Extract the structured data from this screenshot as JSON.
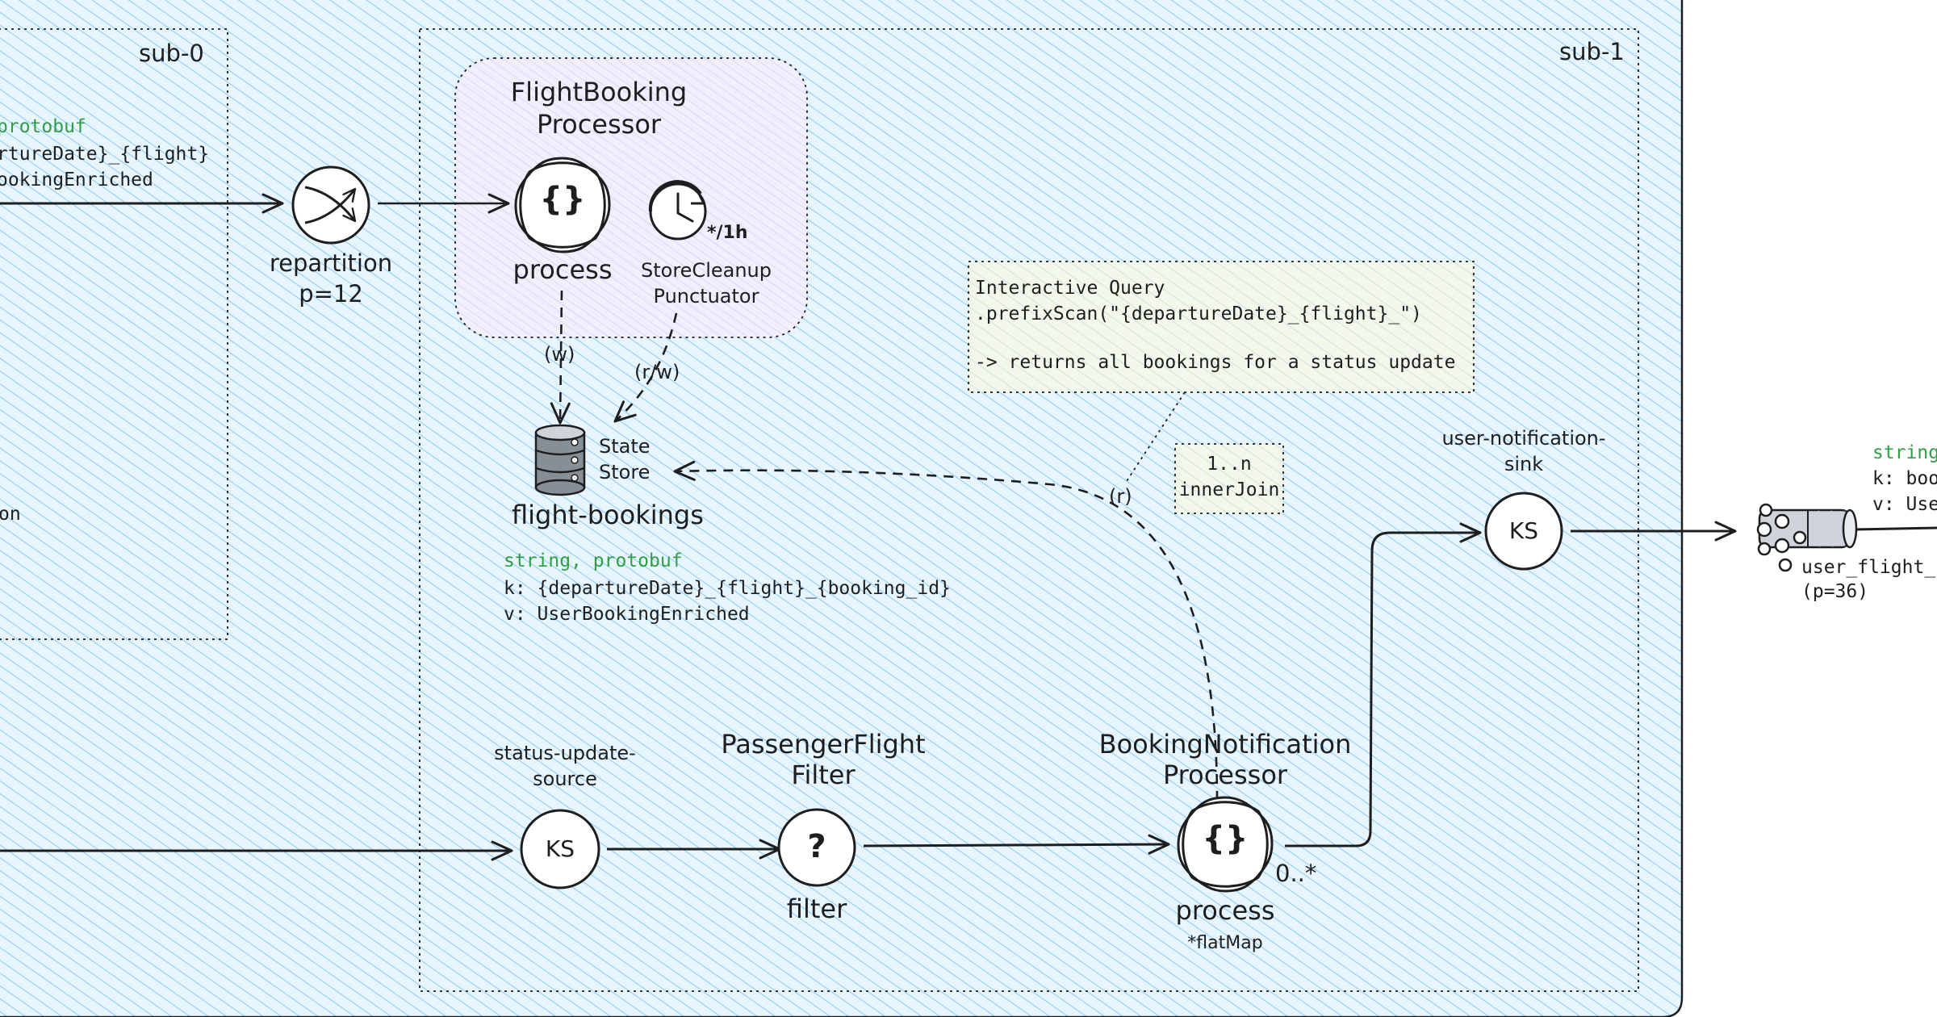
{
  "colors": {
    "region_fill": "#a5d8ff",
    "hatch": "#4dabf7",
    "stroke": "#1e1e1e",
    "format_green": "#2f9e44",
    "note_fill": "#fff3bf",
    "processor_group_fill": "#e5dbff"
  },
  "sub0": {
    "label": "sub-0",
    "format_text": "protobuf",
    "key_text": "rtureDate}_{flight}",
    "value_text": "ookingEnriched",
    "partial_text": "on"
  },
  "sub1": {
    "label": "sub-1"
  },
  "repartition": {
    "label": "repartition",
    "param": "p=12",
    "icon": "shuffle-icon"
  },
  "flight_booking_processor": {
    "title_line1": "FlightBooking",
    "title_line2": "Processor",
    "process_label": "process",
    "process_icon": "{}",
    "punctuator_line1": "StoreCleanup",
    "punctuator_line2": "Punctuator",
    "schedule": "*/1h",
    "write_edge_label": "(w)",
    "rw_edge_label": "(r/w)"
  },
  "state_store": {
    "type_line1": "State",
    "type_line2": "Store",
    "name": "flight-bookings",
    "format": "string, protobuf",
    "key": "k: {departureDate}_{flight}_{booking_id}",
    "value": "v: UserBookingEnriched"
  },
  "interactive_query": {
    "line1": "Interactive Query",
    "line2": ".prefixScan(\"{departureDate}_{flight}_\")",
    "line3": "-> returns all bookings for a status update"
  },
  "join_note": {
    "line1": "1..n",
    "line2": "innerJoin",
    "read_edge_label": "(r)"
  },
  "status_update_source": {
    "line1": "status-update-",
    "line2": "source",
    "icon_text": "KS"
  },
  "passenger_flight_filter": {
    "title_line1": "PassengerFlight",
    "title_line2": "Filter",
    "icon_text": "?",
    "label": "filter"
  },
  "booking_notification_processor": {
    "title_line1": "BookingNotification",
    "title_line2": "Processor",
    "label": "process",
    "sub_label": "*flatMap",
    "cardinality": "0..*",
    "icon_text": "{}"
  },
  "user_notification_sink": {
    "line1": "user-notification-",
    "line2": "sink",
    "icon_text": "KS"
  },
  "output_topic": {
    "name": "user_flight_b",
    "partitions": "(p=36)",
    "format": "string",
    "key": "k: boo",
    "value": "v: Use"
  }
}
